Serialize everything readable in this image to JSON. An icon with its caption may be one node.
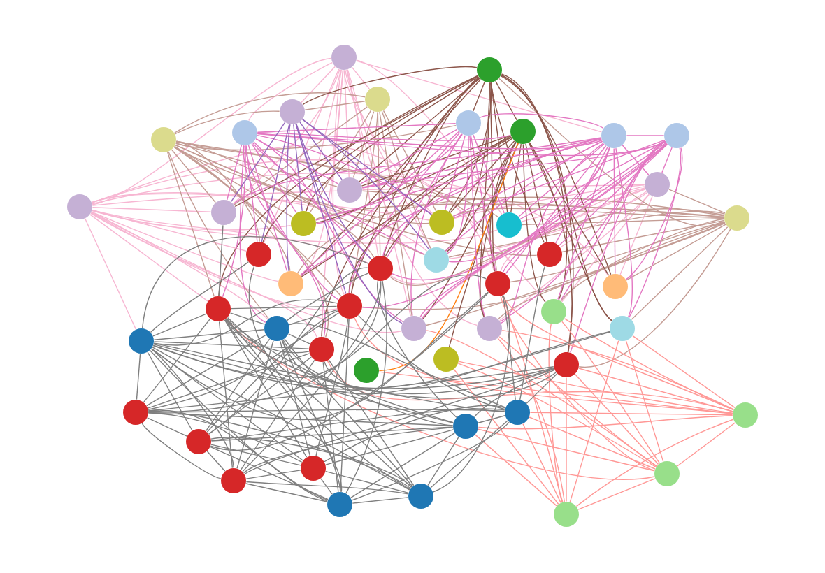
{
  "diagram": {
    "nodes": [
      {
        "text": [],
        "shape": "circle"
      },
      {
        "text": [],
        "shape": "circle"
      },
      {
        "text": [],
        "shape": "circle"
      },
      {
        "text": [],
        "shape": "circle"
      },
      {
        "text": [],
        "shape": "circle"
      },
      {
        "text": [],
        "shape": "circle"
      },
      {
        "text": [],
        "shape": "circle"
      },
      {
        "text": [],
        "shape": "circle"
      },
      {
        "text": [],
        "shape": "circle"
      },
      {
        "text": [],
        "shape": "circle"
      },
      {
        "text": [],
        "shape": "circle"
      },
      {
        "text": [],
        "shape": "circle"
      },
      {
        "text": [],
        "shape": "circle"
      },
      {
        "text": [],
        "shape": "circle"
      },
      {
        "text": [],
        "shape": "circle"
      },
      {
        "text": [],
        "shape": "circle"
      },
      {
        "text": [],
        "shape": "circle"
      },
      {
        "text": [],
        "shape": "circle"
      },
      {
        "text": [],
        "shape": "circle"
      },
      {
        "text": [],
        "shape": "circle"
      },
      {
        "text": [],
        "shape": "circle"
      },
      {
        "text": [],
        "shape": "circle"
      },
      {
        "text": [],
        "shape": "circle"
      },
      {
        "text": [],
        "shape": "circle"
      },
      {
        "text": [],
        "shape": "circle"
      },
      {
        "text": [],
        "shape": "circle"
      },
      {
        "text": [],
        "shape": "circle"
      },
      {
        "text": [],
        "shape": "circle"
      },
      {
        "text": [],
        "shape": "circle"
      },
      {
        "text": [],
        "shape": "circle"
      },
      {
        "text": [],
        "shape": "circle"
      },
      {
        "text": [],
        "shape": "circle"
      },
      {
        "text": [],
        "shape": "circle"
      },
      {
        "text": [],
        "shape": "circle"
      },
      {
        "text": [],
        "shape": "circle"
      },
      {
        "text": [],
        "shape": "circle"
      },
      {
        "text": [],
        "shape": "circle"
      },
      {
        "text": [],
        "shape": "circle"
      },
      {
        "text": [],
        "shape": "circle"
      },
      {
        "text": [],
        "shape": "circle"
      },
      {
        "text": [],
        "shape": "circle"
      },
      {
        "text": [],
        "shape": "circle"
      },
      {
        "text": [],
        "shape": "circle"
      },
      {
        "text": [],
        "shape": "circle"
      },
      {
        "text": [],
        "shape": "circle"
      },
      {
        "text": [],
        "shape": "circle"
      },
      {
        "text": [],
        "shape": "circle"
      },
      {
        "text": [],
        "shape": "circle"
      }
    ],
    "edges": [
      {
        "from": 12,
        "to": 0,
        "arrow": "none",
        "color": "#f7b6d2"
      },
      {
        "from": 12,
        "to": 13,
        "arrow": "none",
        "color": "#f7b6d2"
      },
      {
        "from": 12,
        "to": 14,
        "arrow": "none",
        "color": "#f7b6d2"
      },
      {
        "from": 12,
        "to": 15,
        "arrow": "none",
        "color": "#f7b6d2"
      },
      {
        "from": 12,
        "to": 18,
        "arrow": "none",
        "color": "#f7b6d2"
      },
      {
        "from": 12,
        "to": 19,
        "arrow": "none",
        "color": "#f7b6d2"
      },
      {
        "from": 12,
        "to": 20,
        "arrow": "none",
        "color": "#f7b6d2"
      },
      {
        "from": 12,
        "to": 22,
        "arrow": "none",
        "color": "#f7b6d2"
      },
      {
        "from": 12,
        "to": 23,
        "arrow": "none",
        "color": "#f7b6d2"
      },
      {
        "from": 12,
        "to": 24,
        "arrow": "none",
        "color": "#f7b6d2"
      },
      {
        "from": 12,
        "to": 25,
        "arrow": "none",
        "color": "#f7b6d2"
      },
      {
        "from": 12,
        "to": 26,
        "arrow": "none",
        "color": "#f7b6d2"
      },
      {
        "from": 12,
        "to": 27,
        "arrow": "none",
        "color": "#f7b6d2"
      },
      {
        "from": 12,
        "to": 30,
        "arrow": "none",
        "color": "#f7b6d2"
      },
      {
        "from": 12,
        "to": 31,
        "arrow": "none",
        "color": "#f7b6d2"
      },
      {
        "from": 12,
        "to": 32,
        "arrow": "none",
        "color": "#f7b6d2"
      },
      {
        "from": 12,
        "to": 29,
        "arrow": "none",
        "color": "#f7b6d2"
      },
      {
        "from": 12,
        "to": 16,
        "arrow": "none",
        "color": "#f7b6d2"
      },
      {
        "from": 12,
        "to": 17,
        "arrow": "none",
        "color": "#f7b6d2"
      },
      {
        "from": 0,
        "to": 2,
        "arrow": "none",
        "color": "#f7b6d2"
      },
      {
        "from": 0,
        "to": 3,
        "arrow": "none",
        "color": "#f7b6d2"
      },
      {
        "from": 0,
        "to": 5,
        "arrow": "none",
        "color": "#f7b6d2"
      },
      {
        "from": 0,
        "to": 8,
        "arrow": "none",
        "color": "#f7b6d2"
      },
      {
        "from": 0,
        "to": 13,
        "arrow": "none",
        "color": "#f7b6d2"
      },
      {
        "from": 0,
        "to": 14,
        "arrow": "none",
        "color": "#f7b6d2"
      },
      {
        "from": 0,
        "to": 15,
        "arrow": "none",
        "color": "#f7b6d2"
      },
      {
        "from": 0,
        "to": 16,
        "arrow": "none",
        "color": "#f7b6d2"
      },
      {
        "from": 0,
        "to": 18,
        "arrow": "none",
        "color": "#f7b6d2"
      },
      {
        "from": 0,
        "to": 19,
        "arrow": "none",
        "color": "#f7b6d2"
      },
      {
        "from": 0,
        "to": 20,
        "arrow": "none",
        "color": "#f7b6d2"
      },
      {
        "from": 0,
        "to": 23,
        "arrow": "none",
        "color": "#f7b6d2"
      },
      {
        "from": 0,
        "to": 25,
        "arrow": "none",
        "color": "#f7b6d2"
      },
      {
        "from": 0,
        "to": 31,
        "arrow": "none",
        "color": "#f7b6d2"
      },
      {
        "from": 0,
        "to": 32,
        "arrow": "none",
        "color": "#f7b6d2"
      },
      {
        "from": 0,
        "to": 33,
        "arrow": "none",
        "color": "#f7b6d2"
      },
      {
        "from": 0,
        "to": 17,
        "arrow": "none",
        "color": "#f7b6d2"
      },
      {
        "from": 10,
        "to": 14,
        "arrow": "none",
        "color": "#f7b6d2"
      },
      {
        "from": 10,
        "to": 16,
        "arrow": "none",
        "color": "#f7b6d2"
      },
      {
        "from": 10,
        "to": 17,
        "arrow": "none",
        "color": "#f7b6d2"
      },
      {
        "from": 10,
        "to": 19,
        "arrow": "none",
        "color": "#f7b6d2"
      },
      {
        "from": 10,
        "to": 20,
        "arrow": "none",
        "color": "#f7b6d2"
      },
      {
        "from": 10,
        "to": 21,
        "arrow": "none",
        "color": "#f7b6d2"
      },
      {
        "from": 10,
        "to": 22,
        "arrow": "none",
        "color": "#f7b6d2"
      },
      {
        "from": 10,
        "to": 26,
        "arrow": "none",
        "color": "#f7b6d2"
      },
      {
        "from": 10,
        "to": 27,
        "arrow": "none",
        "color": "#f7b6d2"
      },
      {
        "from": 10,
        "to": 32,
        "arrow": "none",
        "color": "#f7b6d2"
      },
      {
        "from": 10,
        "to": 33,
        "arrow": "none",
        "color": "#f7b6d2"
      },
      {
        "from": 4,
        "to": 2,
        "arrow": "none",
        "color": "#c49c94"
      },
      {
        "from": 4,
        "to": 3,
        "arrow": "none",
        "color": "#c49c94"
      },
      {
        "from": 4,
        "to": 6,
        "arrow": "none",
        "color": "#c49c94"
      },
      {
        "from": 4,
        "to": 13,
        "arrow": "none",
        "color": "#c49c94"
      },
      {
        "from": 4,
        "to": 14,
        "arrow": "none",
        "color": "#c49c94"
      },
      {
        "from": 4,
        "to": 15,
        "arrow": "none",
        "color": "#c49c94"
      },
      {
        "from": 4,
        "to": 16,
        "arrow": "none",
        "color": "#c49c94"
      },
      {
        "from": 4,
        "to": 18,
        "arrow": "none",
        "color": "#c49c94"
      },
      {
        "from": 4,
        "to": 19,
        "arrow": "none",
        "color": "#c49c94"
      },
      {
        "from": 4,
        "to": 20,
        "arrow": "none",
        "color": "#c49c94"
      },
      {
        "from": 4,
        "to": 22,
        "arrow": "none",
        "color": "#c49c94"
      },
      {
        "from": 4,
        "to": 23,
        "arrow": "none",
        "color": "#c49c94"
      },
      {
        "from": 4,
        "to": 24,
        "arrow": "none",
        "color": "#c49c94"
      },
      {
        "from": 4,
        "to": 25,
        "arrow": "none",
        "color": "#c49c94"
      },
      {
        "from": 4,
        "to": 30,
        "arrow": "none",
        "color": "#c49c94"
      },
      {
        "from": 4,
        "to": 31,
        "arrow": "none",
        "color": "#c49c94"
      },
      {
        "from": 4,
        "to": 17,
        "arrow": "none",
        "color": "#c49c94"
      },
      {
        "from": 4,
        "to": 21,
        "arrow": "none",
        "color": "#c49c94"
      },
      {
        "from": 11,
        "to": 1,
        "arrow": "none",
        "color": "#c49c94"
      },
      {
        "from": 11,
        "to": 10,
        "arrow": "none",
        "color": "#c49c94"
      },
      {
        "from": 11,
        "to": 14,
        "arrow": "none",
        "color": "#c49c94"
      },
      {
        "from": 11,
        "to": 16,
        "arrow": "none",
        "color": "#c49c94"
      },
      {
        "from": 11,
        "to": 17,
        "arrow": "none",
        "color": "#c49c94"
      },
      {
        "from": 11,
        "to": 19,
        "arrow": "none",
        "color": "#c49c94"
      },
      {
        "from": 11,
        "to": 20,
        "arrow": "none",
        "color": "#c49c94"
      },
      {
        "from": 11,
        "to": 21,
        "arrow": "none",
        "color": "#c49c94"
      },
      {
        "from": 11,
        "to": 22,
        "arrow": "none",
        "color": "#c49c94"
      },
      {
        "from": 11,
        "to": 26,
        "arrow": "none",
        "color": "#c49c94"
      },
      {
        "from": 11,
        "to": 27,
        "arrow": "none",
        "color": "#c49c94"
      },
      {
        "from": 11,
        "to": 28,
        "arrow": "none",
        "color": "#c49c94"
      },
      {
        "from": 11,
        "to": 33,
        "arrow": "none",
        "color": "#c49c94"
      },
      {
        "from": 11,
        "to": 36,
        "arrow": "none",
        "color": "#c49c94"
      },
      {
        "from": 11,
        "to": 32,
        "arrow": "none",
        "color": "#c49c94"
      },
      {
        "from": 11,
        "to": 15,
        "arrow": "none",
        "color": "#c49c94"
      },
      {
        "from": 11,
        "to": 23,
        "arrow": "none",
        "color": "#c49c94"
      },
      {
        "from": 11,
        "to": 25,
        "arrow": "none",
        "color": "#c49c94"
      },
      {
        "from": 2,
        "to": 14,
        "arrow": "none",
        "color": "#c49c94"
      },
      {
        "from": 2,
        "to": 15,
        "arrow": "none",
        "color": "#c49c94"
      },
      {
        "from": 2,
        "to": 16,
        "arrow": "none",
        "color": "#c49c94"
      },
      {
        "from": 2,
        "to": 19,
        "arrow": "none",
        "color": "#c49c94"
      },
      {
        "from": 2,
        "to": 20,
        "arrow": "none",
        "color": "#c49c94"
      },
      {
        "from": 2,
        "to": 25,
        "arrow": "none",
        "color": "#c49c94"
      },
      {
        "from": 2,
        "to": 32,
        "arrow": "none",
        "color": "#c49c94"
      },
      {
        "from": 2,
        "to": 3,
        "arrow": "none",
        "color": "#c49c94"
      },
      {
        "from": 2,
        "to": 13,
        "arrow": "none",
        "color": "#c49c94"
      },
      {
        "from": 1,
        "to": 3,
        "arrow": "none",
        "color": "#8c564b"
      },
      {
        "from": 1,
        "to": 6,
        "arrow": "none",
        "color": "#8c564b"
      },
      {
        "from": 1,
        "to": 7,
        "arrow": "none",
        "color": "#8c564b"
      },
      {
        "from": 1,
        "to": 13,
        "arrow": "none",
        "color": "#8c564b"
      },
      {
        "from": 1,
        "to": 14,
        "arrow": "none",
        "color": "#8c564b"
      },
      {
        "from": 1,
        "to": 15,
        "arrow": "none",
        "color": "#8c564b"
      },
      {
        "from": 1,
        "to": 16,
        "arrow": "none",
        "color": "#8c564b"
      },
      {
        "from": 1,
        "to": 17,
        "arrow": "none",
        "color": "#8c564b"
      },
      {
        "from": 1,
        "to": 18,
        "arrow": "none",
        "color": "#8c564b"
      },
      {
        "from": 1,
        "to": 19,
        "arrow": "none",
        "color": "#8c564b"
      },
      {
        "from": 1,
        "to": 20,
        "arrow": "none",
        "color": "#8c564b"
      },
      {
        "from": 1,
        "to": 21,
        "arrow": "none",
        "color": "#8c564b"
      },
      {
        "from": 1,
        "to": 22,
        "arrow": "none",
        "color": "#8c564b"
      },
      {
        "from": 1,
        "to": 23,
        "arrow": "none",
        "color": "#8c564b"
      },
      {
        "from": 1,
        "to": 24,
        "arrow": "none",
        "color": "#8c564b"
      },
      {
        "from": 1,
        "to": 25,
        "arrow": "none",
        "color": "#8c564b"
      },
      {
        "from": 1,
        "to": 26,
        "arrow": "none",
        "color": "#8c564b"
      },
      {
        "from": 1,
        "to": 27,
        "arrow": "none",
        "color": "#8c564b"
      },
      {
        "from": 1,
        "to": 31,
        "arrow": "none",
        "color": "#8c564b"
      },
      {
        "from": 1,
        "to": 33,
        "arrow": "none",
        "color": "#8c564b"
      },
      {
        "from": 1,
        "to": 36,
        "arrow": "none",
        "color": "#8c564b"
      },
      {
        "from": 1,
        "to": 28,
        "arrow": "none",
        "color": "#8c564b"
      },
      {
        "from": 7,
        "to": 14,
        "arrow": "none",
        "color": "#8c564b"
      },
      {
        "from": 7,
        "to": 15,
        "arrow": "none",
        "color": "#8c564b"
      },
      {
        "from": 7,
        "to": 16,
        "arrow": "none",
        "color": "#8c564b"
      },
      {
        "from": 7,
        "to": 17,
        "arrow": "none",
        "color": "#8c564b"
      },
      {
        "from": 7,
        "to": 19,
        "arrow": "none",
        "color": "#8c564b"
      },
      {
        "from": 7,
        "to": 20,
        "arrow": "none",
        "color": "#8c564b"
      },
      {
        "from": 7,
        "to": 21,
        "arrow": "none",
        "color": "#8c564b"
      },
      {
        "from": 7,
        "to": 22,
        "arrow": "none",
        "color": "#8c564b"
      },
      {
        "from": 7,
        "to": 23,
        "arrow": "none",
        "color": "#8c564b"
      },
      {
        "from": 7,
        "to": 25,
        "arrow": "none",
        "color": "#8c564b"
      },
      {
        "from": 7,
        "to": 26,
        "arrow": "none",
        "color": "#8c564b"
      },
      {
        "from": 7,
        "to": 27,
        "arrow": "none",
        "color": "#8c564b"
      },
      {
        "from": 7,
        "to": 32,
        "arrow": "none",
        "color": "#8c564b"
      },
      {
        "from": 7,
        "to": 33,
        "arrow": "none",
        "color": "#8c564b"
      },
      {
        "from": 7,
        "to": 36,
        "arrow": "none",
        "color": "#8c564b"
      },
      {
        "from": 7,
        "to": 35,
        "arrow": "none",
        "color": "#8c564b"
      },
      {
        "from": 7,
        "to": 28,
        "arrow": "none",
        "color": "#8c564b"
      },
      {
        "from": 7,
        "to": 34,
        "arrow": "none",
        "color": "#ff7f0e"
      },
      {
        "from": 5,
        "to": 6,
        "arrow": "none",
        "color": "#e377c2"
      },
      {
        "from": 5,
        "to": 7,
        "arrow": "none",
        "color": "#e377c2"
      },
      {
        "from": 5,
        "to": 8,
        "arrow": "none",
        "color": "#e377c2"
      },
      {
        "from": 5,
        "to": 9,
        "arrow": "none",
        "color": "#e377c2"
      },
      {
        "from": 5,
        "to": 13,
        "arrow": "none",
        "color": "#e377c2"
      },
      {
        "from": 5,
        "to": 14,
        "arrow": "none",
        "color": "#e377c2"
      },
      {
        "from": 5,
        "to": 15,
        "arrow": "none",
        "color": "#e377c2"
      },
      {
        "from": 5,
        "to": 18,
        "arrow": "none",
        "color": "#e377c2"
      },
      {
        "from": 5,
        "to": 19,
        "arrow": "none",
        "color": "#e377c2"
      },
      {
        "from": 5,
        "to": 20,
        "arrow": "none",
        "color": "#e377c2"
      },
      {
        "from": 5,
        "to": 23,
        "arrow": "none",
        "color": "#e377c2"
      },
      {
        "from": 5,
        "to": 24,
        "arrow": "none",
        "color": "#e377c2"
      },
      {
        "from": 5,
        "to": 25,
        "arrow": "none",
        "color": "#e377c2"
      },
      {
        "from": 5,
        "to": 30,
        "arrow": "none",
        "color": "#e377c2"
      },
      {
        "from": 5,
        "to": 31,
        "arrow": "none",
        "color": "#e377c2"
      },
      {
        "from": 5,
        "to": 32,
        "arrow": "none",
        "color": "#e377c2"
      },
      {
        "from": 5,
        "to": 16,
        "arrow": "none",
        "color": "#e377c2"
      },
      {
        "from": 6,
        "to": 8,
        "arrow": "none",
        "color": "#e377c2"
      },
      {
        "from": 6,
        "to": 14,
        "arrow": "none",
        "color": "#e377c2"
      },
      {
        "from": 6,
        "to": 15,
        "arrow": "none",
        "color": "#e377c2"
      },
      {
        "from": 6,
        "to": 16,
        "arrow": "none",
        "color": "#e377c2"
      },
      {
        "from": 6,
        "to": 17,
        "arrow": "none",
        "color": "#e377c2"
      },
      {
        "from": 6,
        "to": 19,
        "arrow": "none",
        "color": "#e377c2"
      },
      {
        "from": 6,
        "to": 20,
        "arrow": "none",
        "color": "#e377c2"
      },
      {
        "from": 6,
        "to": 22,
        "arrow": "none",
        "color": "#e377c2"
      },
      {
        "from": 6,
        "to": 23,
        "arrow": "none",
        "color": "#e377c2"
      },
      {
        "from": 6,
        "to": 25,
        "arrow": "none",
        "color": "#e377c2"
      },
      {
        "from": 6,
        "to": 32,
        "arrow": "none",
        "color": "#e377c2"
      },
      {
        "from": 6,
        "to": 33,
        "arrow": "none",
        "color": "#e377c2"
      },
      {
        "from": 8,
        "to": 9,
        "arrow": "none",
        "color": "#e377c2"
      },
      {
        "from": 8,
        "to": 10,
        "arrow": "none",
        "color": "#e377c2"
      },
      {
        "from": 8,
        "to": 14,
        "arrow": "none",
        "color": "#e377c2"
      },
      {
        "from": 8,
        "to": 15,
        "arrow": "none",
        "color": "#e377c2"
      },
      {
        "from": 8,
        "to": 16,
        "arrow": "none",
        "color": "#e377c2"
      },
      {
        "from": 8,
        "to": 17,
        "arrow": "none",
        "color": "#e377c2"
      },
      {
        "from": 8,
        "to": 19,
        "arrow": "none",
        "color": "#e377c2"
      },
      {
        "from": 8,
        "to": 20,
        "arrow": "none",
        "color": "#e377c2"
      },
      {
        "from": 8,
        "to": 21,
        "arrow": "none",
        "color": "#e377c2"
      },
      {
        "from": 8,
        "to": 22,
        "arrow": "none",
        "color": "#e377c2"
      },
      {
        "from": 8,
        "to": 23,
        "arrow": "none",
        "color": "#e377c2"
      },
      {
        "from": 8,
        "to": 25,
        "arrow": "none",
        "color": "#e377c2"
      },
      {
        "from": 8,
        "to": 26,
        "arrow": "none",
        "color": "#e377c2"
      },
      {
        "from": 8,
        "to": 27,
        "arrow": "none",
        "color": "#e377c2"
      },
      {
        "from": 8,
        "to": 28,
        "arrow": "none",
        "color": "#e377c2"
      },
      {
        "from": 8,
        "to": 33,
        "arrow": "none",
        "color": "#e377c2"
      },
      {
        "from": 8,
        "to": 32,
        "arrow": "none",
        "color": "#e377c2"
      },
      {
        "from": 8,
        "to": 13,
        "arrow": "none",
        "color": "#e377c2"
      },
      {
        "from": 9,
        "to": 10,
        "arrow": "none",
        "color": "#e377c2"
      },
      {
        "from": 9,
        "to": 14,
        "arrow": "none",
        "color": "#e377c2"
      },
      {
        "from": 9,
        "to": 16,
        "arrow": "none",
        "color": "#e377c2"
      },
      {
        "from": 9,
        "to": 17,
        "arrow": "none",
        "color": "#e377c2"
      },
      {
        "from": 9,
        "to": 19,
        "arrow": "none",
        "color": "#e377c2"
      },
      {
        "from": 9,
        "to": 20,
        "arrow": "none",
        "color": "#e377c2"
      },
      {
        "from": 9,
        "to": 21,
        "arrow": "none",
        "color": "#e377c2"
      },
      {
        "from": 9,
        "to": 22,
        "arrow": "none",
        "color": "#e377c2"
      },
      {
        "from": 9,
        "to": 26,
        "arrow": "none",
        "color": "#e377c2"
      },
      {
        "from": 9,
        "to": 27,
        "arrow": "none",
        "color": "#e377c2"
      },
      {
        "from": 9,
        "to": 28,
        "arrow": "none",
        "color": "#e377c2"
      },
      {
        "from": 9,
        "to": 33,
        "arrow": "none",
        "color": "#e377c2"
      },
      {
        "from": 9,
        "to": 36,
        "arrow": "none",
        "color": "#e377c2"
      },
      {
        "from": 9,
        "to": 32,
        "arrow": "none",
        "color": "#e377c2"
      },
      {
        "from": 3,
        "to": 14,
        "arrow": "none",
        "color": "#9467bd"
      },
      {
        "from": 3,
        "to": 15,
        "arrow": "none",
        "color": "#9467bd"
      },
      {
        "from": 3,
        "to": 16,
        "arrow": "none",
        "color": "#9467bd"
      },
      {
        "from": 3,
        "to": 19,
        "arrow": "none",
        "color": "#9467bd"
      },
      {
        "from": 3,
        "to": 20,
        "arrow": "none",
        "color": "#9467bd"
      },
      {
        "from": 3,
        "to": 23,
        "arrow": "none",
        "color": "#9467bd"
      },
      {
        "from": 3,
        "to": 25,
        "arrow": "none",
        "color": "#9467bd"
      },
      {
        "from": 3,
        "to": 32,
        "arrow": "none",
        "color": "#9467bd"
      },
      {
        "from": 3,
        "to": 13,
        "arrow": "none",
        "color": "#9467bd"
      },
      {
        "from": 3,
        "to": 18,
        "arrow": "none",
        "color": "#9467bd"
      },
      {
        "from": 45,
        "to": 28,
        "arrow": "none",
        "color": "#ff9896"
      },
      {
        "from": 45,
        "to": 36,
        "arrow": "none",
        "color": "#ff9896"
      },
      {
        "from": 45,
        "to": 26,
        "arrow": "none",
        "color": "#ff9896"
      },
      {
        "from": 45,
        "to": 44,
        "arrow": "none",
        "color": "#ff9896"
      },
      {
        "from": 45,
        "to": 43,
        "arrow": "none",
        "color": "#ff9896"
      },
      {
        "from": 45,
        "to": 46,
        "arrow": "none",
        "color": "#ff9896"
      },
      {
        "from": 45,
        "to": 47,
        "arrow": "none",
        "color": "#ff9896"
      },
      {
        "from": 45,
        "to": 22,
        "arrow": "none",
        "color": "#ff9896"
      },
      {
        "from": 45,
        "to": 33,
        "arrow": "none",
        "color": "#ff9896"
      },
      {
        "from": 45,
        "to": 31,
        "arrow": "none",
        "color": "#ff9896"
      },
      {
        "from": 45,
        "to": 35,
        "arrow": "none",
        "color": "#ff9896"
      },
      {
        "from": 45,
        "to": 34,
        "arrow": "none",
        "color": "#ff9896"
      },
      {
        "from": 45,
        "to": 25,
        "arrow": "none",
        "color": "#ff9896"
      },
      {
        "from": 46,
        "to": 47,
        "arrow": "none",
        "color": "#ff9896"
      },
      {
        "from": 46,
        "to": 28,
        "arrow": "none",
        "color": "#ff9896"
      },
      {
        "from": 46,
        "to": 36,
        "arrow": "none",
        "color": "#ff9896"
      },
      {
        "from": 46,
        "to": 26,
        "arrow": "none",
        "color": "#ff9896"
      },
      {
        "from": 46,
        "to": 44,
        "arrow": "none",
        "color": "#ff9896"
      },
      {
        "from": 46,
        "to": 43,
        "arrow": "none",
        "color": "#ff9896"
      },
      {
        "from": 46,
        "to": 33,
        "arrow": "none",
        "color": "#ff9896"
      },
      {
        "from": 46,
        "to": 22,
        "arrow": "none",
        "color": "#ff9896"
      },
      {
        "from": 46,
        "to": 35,
        "arrow": "none",
        "color": "#ff9896"
      },
      {
        "from": 46,
        "to": 32,
        "arrow": "none",
        "color": "#ff9896"
      },
      {
        "from": 46,
        "to": 24,
        "arrow": "none",
        "color": "#ff9896"
      },
      {
        "from": 47,
        "to": 28,
        "arrow": "none",
        "color": "#ff9896"
      },
      {
        "from": 47,
        "to": 36,
        "arrow": "none",
        "color": "#ff9896"
      },
      {
        "from": 47,
        "to": 44,
        "arrow": "none",
        "color": "#ff9896"
      },
      {
        "from": 47,
        "to": 43,
        "arrow": "none",
        "color": "#ff9896"
      },
      {
        "from": 47,
        "to": 33,
        "arrow": "none",
        "color": "#ff9896"
      },
      {
        "from": 47,
        "to": 35,
        "arrow": "none",
        "color": "#ff9896"
      },
      {
        "from": 47,
        "to": 22,
        "arrow": "none",
        "color": "#ff9896"
      },
      {
        "from": 47,
        "to": 26,
        "arrow": "none",
        "color": "#ff9896"
      },
      {
        "from": 29,
        "to": 37,
        "arrow": "none"
      },
      {
        "from": 29,
        "to": 38,
        "arrow": "none"
      },
      {
        "from": 29,
        "to": 39,
        "arrow": "none"
      },
      {
        "from": 29,
        "to": 40,
        "arrow": "none"
      },
      {
        "from": 29,
        "to": 41,
        "arrow": "none"
      },
      {
        "from": 29,
        "to": 42,
        "arrow": "none"
      },
      {
        "from": 29,
        "to": 43,
        "arrow": "none"
      },
      {
        "from": 29,
        "to": 44,
        "arrow": "none"
      },
      {
        "from": 29,
        "to": 24,
        "arrow": "none"
      },
      {
        "from": 29,
        "to": 30,
        "arrow": "none"
      },
      {
        "from": 29,
        "to": 31,
        "arrow": "none"
      },
      {
        "from": 29,
        "to": 25,
        "arrow": "none"
      },
      {
        "from": 29,
        "to": 36,
        "arrow": "none"
      },
      {
        "from": 29,
        "to": 28,
        "arrow": "none"
      },
      {
        "from": 29,
        "to": 19,
        "arrow": "none"
      },
      {
        "from": 29,
        "to": 22,
        "arrow": "none"
      },
      {
        "from": 29,
        "to": 18,
        "arrow": "none"
      },
      {
        "from": 37,
        "to": 38,
        "arrow": "none"
      },
      {
        "from": 37,
        "to": 39,
        "arrow": "none"
      },
      {
        "from": 37,
        "to": 40,
        "arrow": "none"
      },
      {
        "from": 37,
        "to": 41,
        "arrow": "none"
      },
      {
        "from": 37,
        "to": 42,
        "arrow": "none"
      },
      {
        "from": 37,
        "to": 43,
        "arrow": "none"
      },
      {
        "from": 37,
        "to": 44,
        "arrow": "none"
      },
      {
        "from": 37,
        "to": 24,
        "arrow": "none"
      },
      {
        "from": 37,
        "to": 30,
        "arrow": "none"
      },
      {
        "from": 37,
        "to": 31,
        "arrow": "none"
      },
      {
        "from": 37,
        "to": 25,
        "arrow": "none"
      },
      {
        "from": 37,
        "to": 19,
        "arrow": "none"
      },
      {
        "from": 37,
        "to": 36,
        "arrow": "none"
      },
      {
        "from": 38,
        "to": 39,
        "arrow": "none"
      },
      {
        "from": 38,
        "to": 40,
        "arrow": "none"
      },
      {
        "from": 38,
        "to": 41,
        "arrow": "none"
      },
      {
        "from": 38,
        "to": 42,
        "arrow": "none"
      },
      {
        "from": 38,
        "to": 43,
        "arrow": "none"
      },
      {
        "from": 38,
        "to": 44,
        "arrow": "none"
      },
      {
        "from": 38,
        "to": 30,
        "arrow": "none"
      },
      {
        "from": 38,
        "to": 31,
        "arrow": "none"
      },
      {
        "from": 38,
        "to": 25,
        "arrow": "none"
      },
      {
        "from": 38,
        "to": 22,
        "arrow": "none"
      },
      {
        "from": 38,
        "to": 19,
        "arrow": "none"
      },
      {
        "from": 39,
        "to": 40,
        "arrow": "none"
      },
      {
        "from": 39,
        "to": 41,
        "arrow": "none"
      },
      {
        "from": 39,
        "to": 42,
        "arrow": "none"
      },
      {
        "from": 39,
        "to": 43,
        "arrow": "none"
      },
      {
        "from": 39,
        "to": 24,
        "arrow": "none"
      },
      {
        "from": 39,
        "to": 30,
        "arrow": "none"
      },
      {
        "from": 39,
        "to": 31,
        "arrow": "none"
      },
      {
        "from": 39,
        "to": 19,
        "arrow": "none"
      },
      {
        "from": 39,
        "to": 36,
        "arrow": "none"
      },
      {
        "from": 40,
        "to": 41,
        "arrow": "none"
      },
      {
        "from": 40,
        "to": 42,
        "arrow": "none"
      },
      {
        "from": 40,
        "to": 43,
        "arrow": "none"
      },
      {
        "from": 40,
        "to": 44,
        "arrow": "none"
      },
      {
        "from": 40,
        "to": 24,
        "arrow": "none"
      },
      {
        "from": 40,
        "to": 30,
        "arrow": "none"
      },
      {
        "from": 40,
        "to": 25,
        "arrow": "none"
      },
      {
        "from": 41,
        "to": 42,
        "arrow": "none"
      },
      {
        "from": 41,
        "to": 43,
        "arrow": "none"
      },
      {
        "from": 41,
        "to": 44,
        "arrow": "none"
      },
      {
        "from": 41,
        "to": 24,
        "arrow": "none"
      },
      {
        "from": 41,
        "to": 30,
        "arrow": "none"
      },
      {
        "from": 41,
        "to": 31,
        "arrow": "none"
      },
      {
        "from": 41,
        "to": 19,
        "arrow": "none"
      },
      {
        "from": 41,
        "to": 25,
        "arrow": "none"
      },
      {
        "from": 42,
        "to": 43,
        "arrow": "none"
      },
      {
        "from": 42,
        "to": 44,
        "arrow": "none"
      },
      {
        "from": 42,
        "to": 24,
        "arrow": "none"
      },
      {
        "from": 42,
        "to": 30,
        "arrow": "none"
      },
      {
        "from": 42,
        "to": 31,
        "arrow": "none"
      },
      {
        "from": 42,
        "to": 18,
        "arrow": "none"
      },
      {
        "from": 42,
        "to": 22,
        "arrow": "none"
      },
      {
        "from": 43,
        "to": 44,
        "arrow": "none"
      },
      {
        "from": 43,
        "to": 24,
        "arrow": "none"
      },
      {
        "from": 43,
        "to": 31,
        "arrow": "none"
      },
      {
        "from": 43,
        "to": 19,
        "arrow": "none"
      },
      {
        "from": 43,
        "to": 36,
        "arrow": "none"
      },
      {
        "from": 44,
        "to": 30,
        "arrow": "none"
      },
      {
        "from": 44,
        "to": 25,
        "arrow": "none"
      },
      {
        "from": 44,
        "to": 22,
        "arrow": "none"
      },
      {
        "from": 44,
        "to": 36,
        "arrow": "none"
      },
      {
        "from": 44,
        "to": 21,
        "arrow": "none"
      },
      {
        "from": 24,
        "to": 30,
        "arrow": "none"
      },
      {
        "from": 24,
        "to": 31,
        "arrow": "none"
      },
      {
        "from": 24,
        "to": 25,
        "arrow": "none"
      },
      {
        "from": 24,
        "to": 36,
        "arrow": "none"
      },
      {
        "from": 24,
        "to": 22,
        "arrow": "none"
      },
      {
        "from": 24,
        "to": 13,
        "arrow": "none"
      },
      {
        "from": 30,
        "to": 31,
        "arrow": "none"
      },
      {
        "from": 30,
        "to": 25,
        "arrow": "none"
      },
      {
        "from": 30,
        "to": 19,
        "arrow": "none"
      },
      {
        "from": 30,
        "to": 36,
        "arrow": "none"
      },
      {
        "from": 30,
        "to": 28,
        "arrow": "none"
      }
    ]
  }
}
